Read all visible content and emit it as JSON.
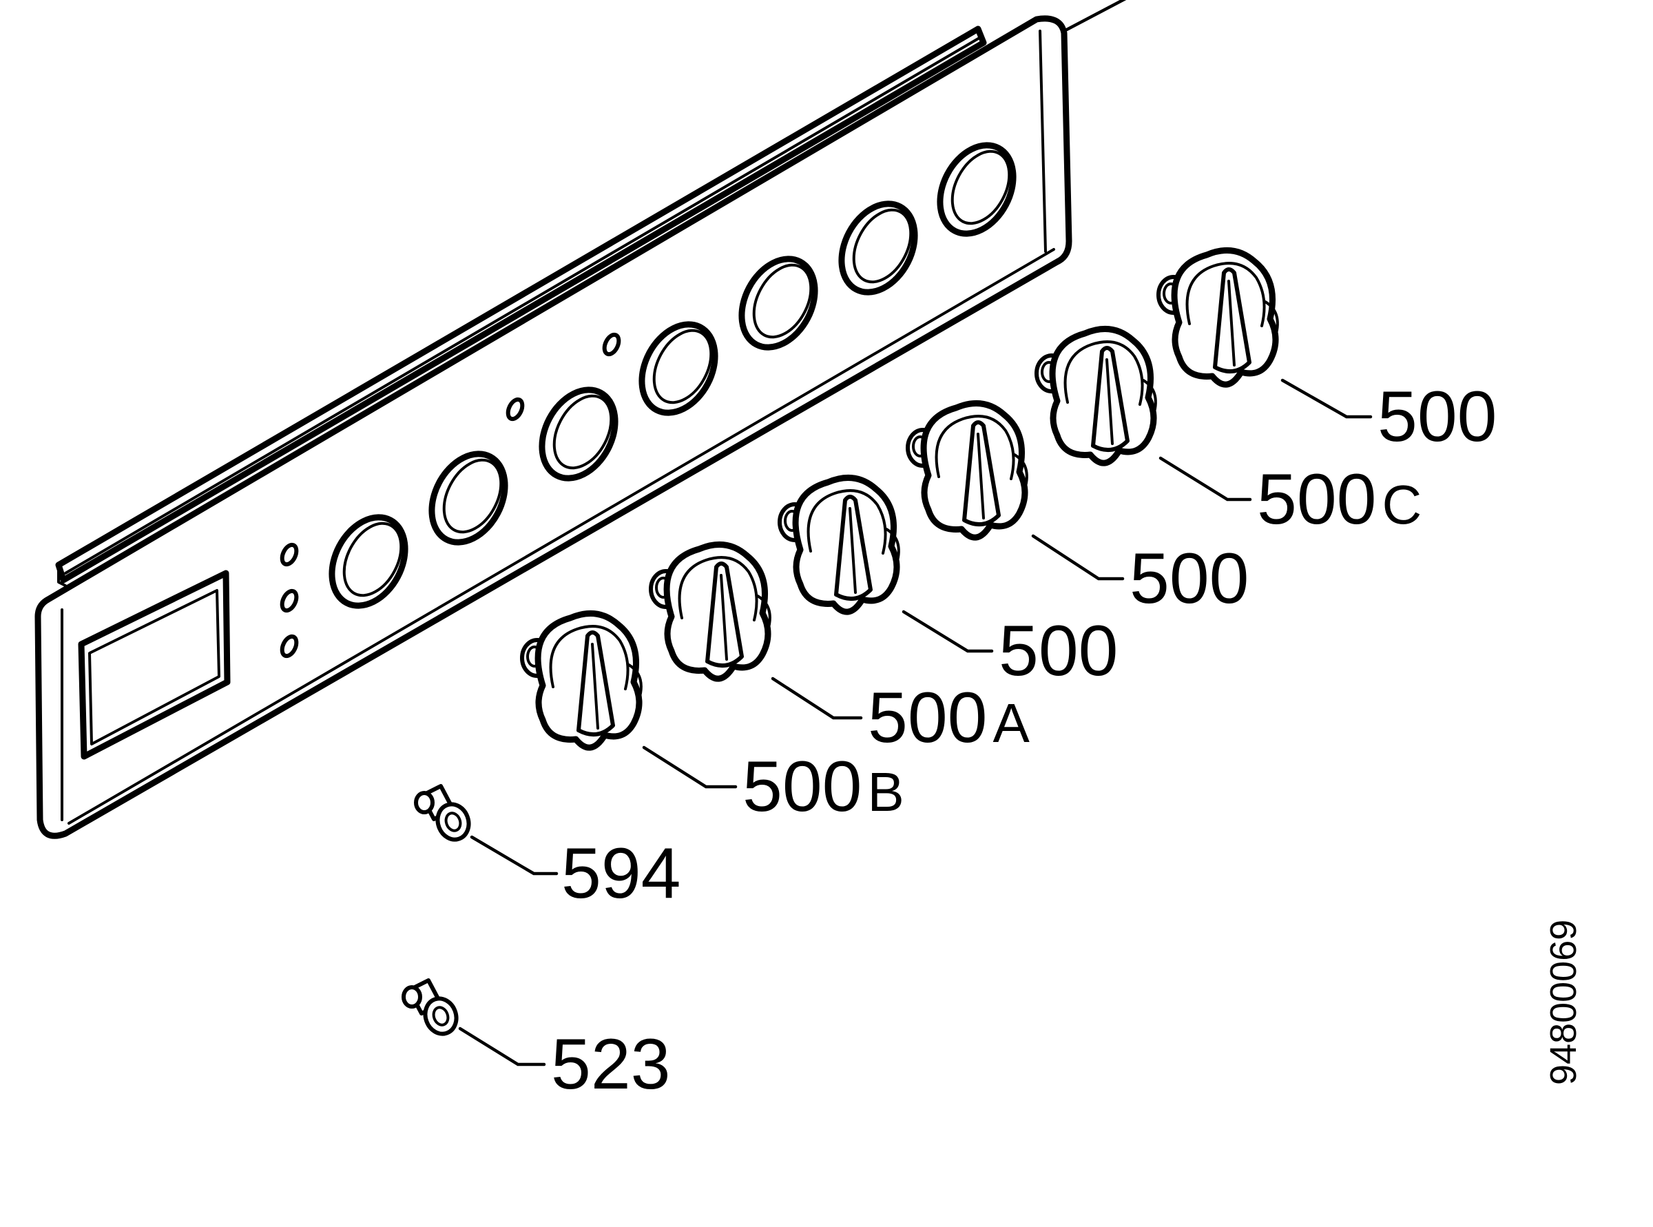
{
  "diagram": {
    "callouts": [
      {
        "id": "knob-1",
        "number": "500",
        "suffix": ""
      },
      {
        "id": "knob-2",
        "number": "500",
        "suffix": "C"
      },
      {
        "id": "knob-3",
        "number": "500",
        "suffix": ""
      },
      {
        "id": "knob-4",
        "number": "500",
        "suffix": ""
      },
      {
        "id": "knob-5",
        "number": "500",
        "suffix": "A"
      },
      {
        "id": "knob-6",
        "number": "500",
        "suffix": "B"
      },
      {
        "id": "screw-1",
        "number": "594",
        "suffix": ""
      },
      {
        "id": "screw-2",
        "number": "523",
        "suffix": ""
      }
    ],
    "document_number": "94800069"
  }
}
